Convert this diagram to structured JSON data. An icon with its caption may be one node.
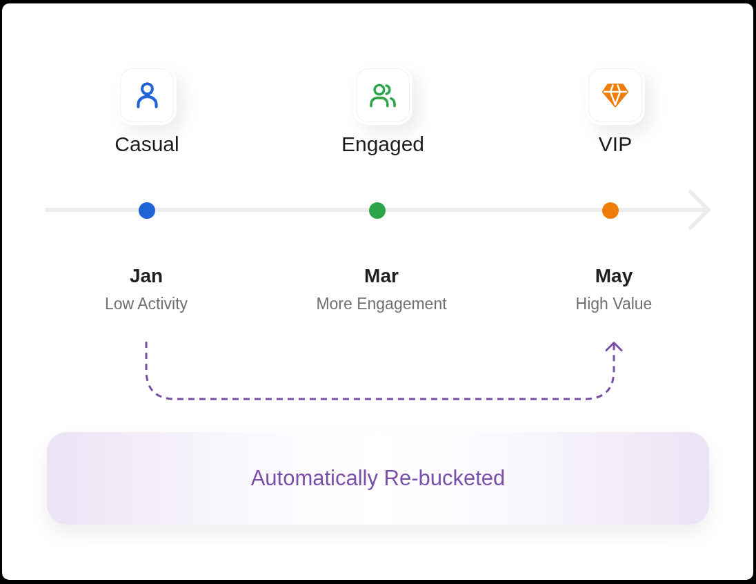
{
  "diagram": {
    "nodes": [
      {
        "text": [
          "Casual"
        ]
      },
      {
        "text": [
          "Engaged"
        ]
      },
      {
        "text": [
          "VIP"
        ]
      },
      {
        "text": [
          "Jan",
          "Low Activity"
        ]
      },
      {
        "text": [
          "Mar",
          "More Engagement"
        ]
      },
      {
        "text": [
          "May",
          "High Value"
        ]
      },
      {
        "text": [
          "Automatically Re-bucketed"
        ]
      }
    ],
    "edges": [
      {
        "from": 3,
        "to": 5,
        "arrow": "to",
        "style": "dashed",
        "color": "#7b4ea6"
      }
    ]
  }
}
